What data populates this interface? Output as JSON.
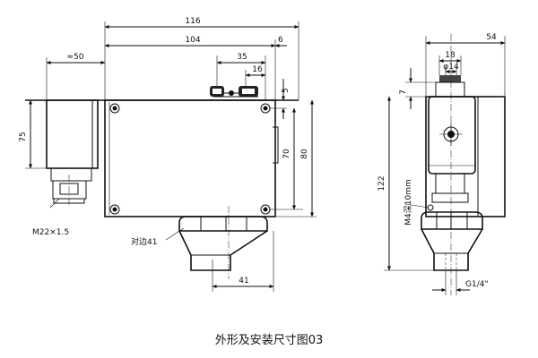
{
  "caption": "外形及安装尺寸图03",
  "front_view": {
    "width_116": "116",
    "width_104": "104",
    "offset_6": "6",
    "approx_50": "≈50",
    "width_35": "35",
    "width_16": "16",
    "height_5": "5",
    "height_75": "75",
    "height_70": "70",
    "height_80": "80",
    "thread_label": "M22×1.5",
    "hex_label": "对边41",
    "width_41": "41"
  },
  "side_view": {
    "width_54": "54",
    "width_18": "18",
    "diameter_14": "φ14",
    "height_7": "7",
    "height_122": "122",
    "screw_label": "M4深10mm",
    "thread_label": "G1/4\""
  }
}
